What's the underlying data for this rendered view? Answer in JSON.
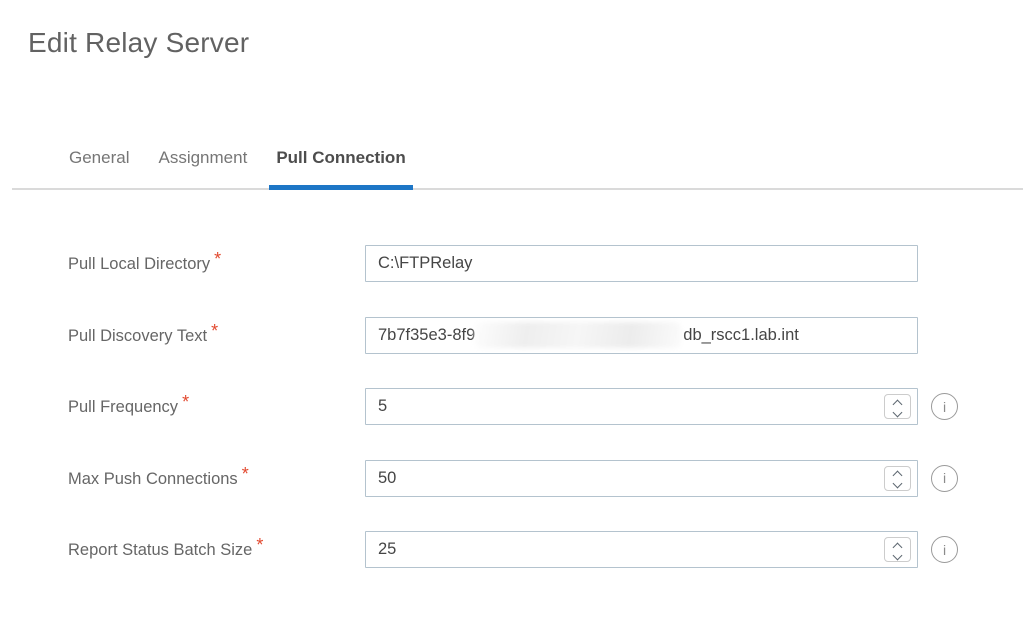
{
  "title": "Edit Relay Server",
  "tabs": {
    "general": {
      "label": "General",
      "active": false
    },
    "assignment": {
      "label": "Assignment",
      "active": false
    },
    "pull_connection": {
      "label": "Pull Connection",
      "active": true
    }
  },
  "fields": {
    "pull_local_directory": {
      "label": "Pull Local Directory",
      "required_marker": "*",
      "value": "C:\\FTPRelay"
    },
    "pull_discovery_text": {
      "label": "Pull Discovery Text",
      "required_marker": "*",
      "value_visible_start": "7b7f35e3-8f9",
      "value_middle_redacted": true,
      "value_visible_end": "db_rscc1.lab.int"
    },
    "pull_frequency": {
      "label": "Pull Frequency",
      "required_marker": "*",
      "value": "5",
      "has_info_icon": true
    },
    "max_push_connections": {
      "label": "Max Push Connections",
      "required_marker": "*",
      "value": "50",
      "has_info_icon": true
    },
    "report_status_batch_size": {
      "label": "Report Status Batch Size",
      "required_marker": "*",
      "value": "25",
      "has_info_icon": true
    }
  },
  "icons": {
    "info": "i"
  },
  "colors": {
    "accent_blue": "#1d76c6",
    "required_red": "#e2482e",
    "input_border": "#b4c3ce",
    "tab_separator": "#dadada"
  }
}
